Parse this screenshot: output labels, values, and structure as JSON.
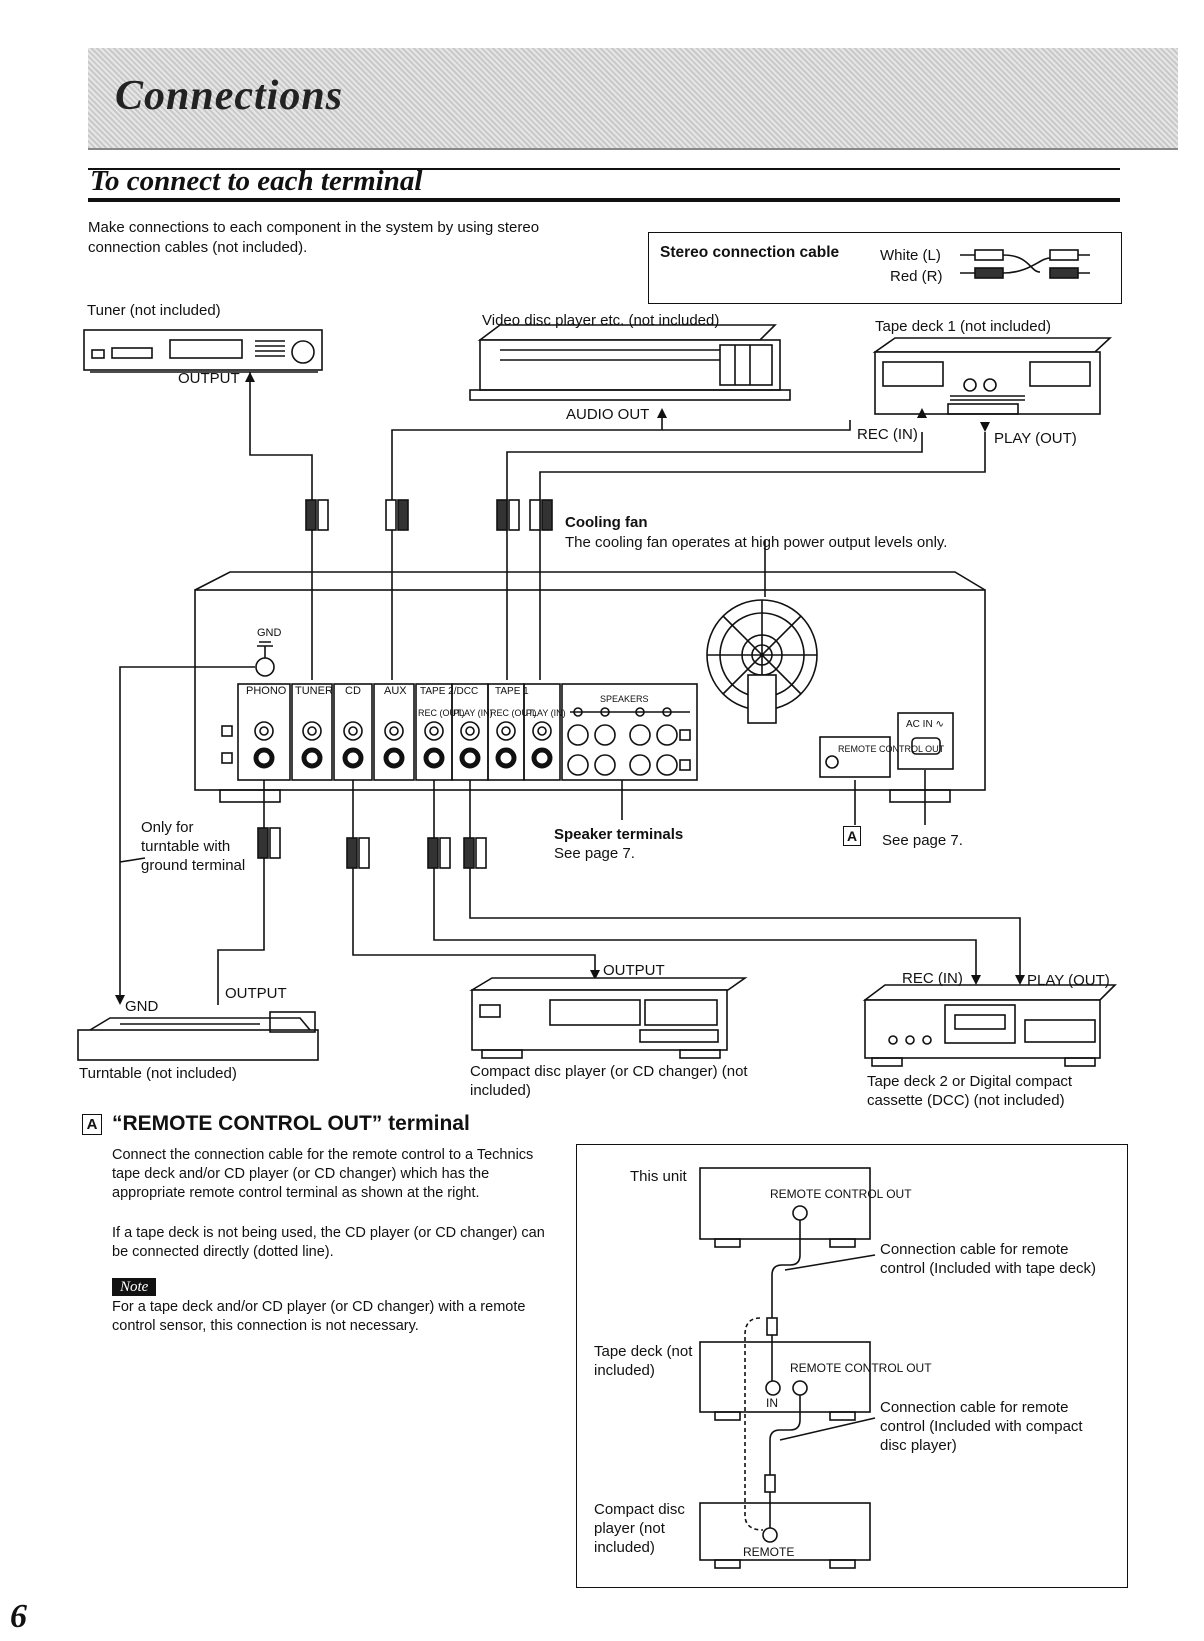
{
  "header": {
    "title": "Connections",
    "section_title": "To connect to each terminal"
  },
  "intro": "Make connections to each component in the system by using stereo connection cables (not included).",
  "cable_box": {
    "label": "Stereo connection cable",
    "white": "White (L)",
    "red": "Red (R)"
  },
  "devices": {
    "tuner": "Tuner (not included)",
    "video": "Video disc player etc. (not included)",
    "tape1": "Tape deck 1 (not included)",
    "turntable": "Turntable (not included)",
    "cd": "Compact disc player (or CD changer) (not included)",
    "tape2": "Tape deck 2 or Digital compact cassette (DCC) (not included)"
  },
  "ports": {
    "tuner_output": "OUTPUT",
    "audio_out": "AUDIO OUT",
    "rec_in": "REC (IN)",
    "play_out": "PLAY (OUT)",
    "tt_gnd": "GND",
    "tt_output": "OUTPUT",
    "cd_output": "OUTPUT",
    "tape2_rec": "REC (IN)",
    "tape2_play": "PLAY (OUT)"
  },
  "panel": {
    "gnd": "GND",
    "phono": "PHONO",
    "tuner": "TUNER",
    "cd": "CD",
    "aux": "AUX",
    "tape_dcc": "TAPE 2/DCC",
    "tape1": "TAPE 1",
    "rec_out": "REC (OUT)",
    "play_in": "PLAY (IN)",
    "speakers": "SPEAKERS",
    "remote": "REMOTE CONTROL OUT",
    "ac_in": "AC IN ∿"
  },
  "callouts": {
    "cooling_title": "Cooling fan",
    "cooling_text": "The cooling fan operates at high power output levels only.",
    "only_for": "Only for turntable with ground terminal",
    "speaker_title": "Speaker terminals",
    "speaker_text": "See page 7.",
    "a_badge": "A",
    "see_page": "See page 7."
  },
  "remote_section": {
    "badge": "A",
    "title": "“REMOTE CONTROL OUT” terminal",
    "p1": "Connect the connection cable for the remote control to a Technics tape deck and/or CD player (or CD changer) which has the appropriate remote control terminal as shown at the right.",
    "p2": "If a tape deck is not being used, the CD player (or CD changer) can be connected directly (dotted line).",
    "note_tag": "Note",
    "note": "For a tape deck and/or CD player (or CD changer) with a remote control sensor, this connection is not necessary."
  },
  "remote_diagram": {
    "this_unit": "This unit",
    "remote_control_out": "REMOTE CONTROL OUT",
    "cable1": "Connection cable for remote control (Included with tape deck)",
    "tape_deck": "Tape deck (not included)",
    "in": "IN",
    "cable2": "Connection cable for remote control (Included with compact disc player)",
    "cd_player": "Compact disc player (not included)",
    "remote": "REMOTE"
  },
  "page_number": "6"
}
